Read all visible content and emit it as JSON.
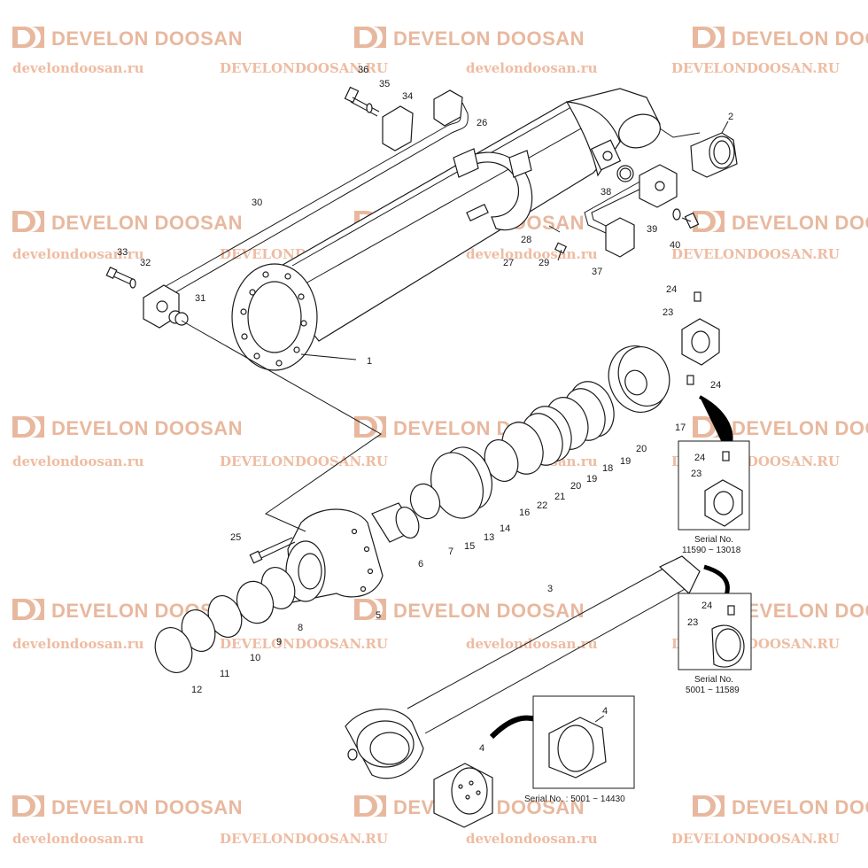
{
  "watermarks": {
    "brand": "DEVELON DOOSAN",
    "url_lower": "develondoosan.ru",
    "url_upper": "DEVELONDOOSAN.RU"
  },
  "callouts": {
    "p1": "1",
    "p2": "2",
    "p3": "3",
    "p4a": "4",
    "p4b": "4",
    "p5": "5",
    "p6": "6",
    "p7": "7",
    "p8": "8",
    "p9": "9",
    "p10": "10",
    "p11": "11",
    "p12": "12",
    "p13": "13",
    "p14": "14",
    "p15": "15",
    "p16": "16",
    "p17": "17",
    "p18": "18",
    "p19a": "19",
    "p19b": "19",
    "p20a": "20",
    "p20b": "20",
    "p21": "21",
    "p22": "22",
    "p23": "23",
    "p23b": "23",
    "p23c": "23",
    "p24a": "24",
    "p24b": "24",
    "p24c": "24",
    "p24d": "24",
    "p25": "25",
    "p26": "26",
    "p27": "27",
    "p28": "28",
    "p29": "29",
    "p30": "30",
    "p31": "31",
    "p32": "32",
    "p33": "33",
    "p34": "34",
    "p35": "35",
    "p36": "36",
    "p37": "37",
    "p38": "38",
    "p39": "39",
    "p40": "40"
  },
  "insets": {
    "nut_serial_label": "Serial No.",
    "nut_serial_range": "11590 ~ 13018",
    "nut2_serial_label": "Serial No.",
    "nut2_serial_range": "5001 ~ 11589",
    "bushing_serial": "Serial No. : 5001 ~ 14430"
  },
  "colors": {
    "watermark": "#e8b89e",
    "line": "#1a1a1a"
  }
}
